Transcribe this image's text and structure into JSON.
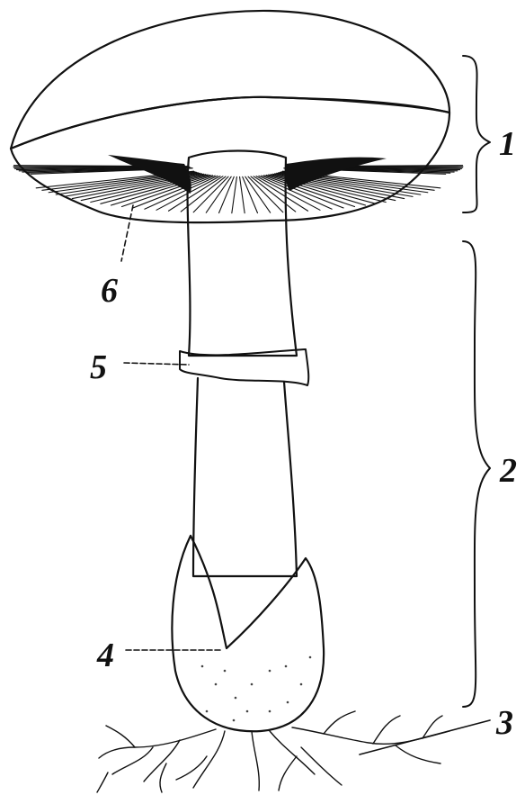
{
  "diagram": {
    "ink_color": "#111111",
    "paper_color": "#ffffff",
    "labels": [
      {
        "id": "1",
        "text": "1"
      },
      {
        "id": "2",
        "text": "2"
      },
      {
        "id": "3",
        "text": "3"
      },
      {
        "id": "4",
        "text": "4"
      },
      {
        "id": "5",
        "text": "5"
      },
      {
        "id": "6",
        "text": "6"
      }
    ]
  }
}
